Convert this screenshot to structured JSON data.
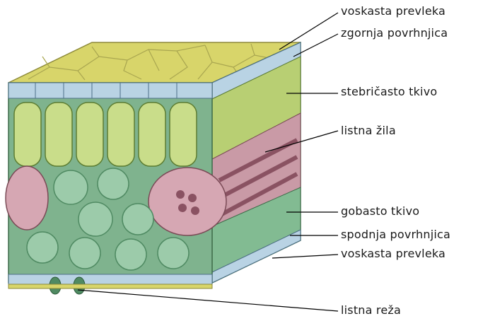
{
  "labels": {
    "waxy_top": "voskasta prevleka",
    "upper_epidermis": "zgornja povrhnjica",
    "palisade": "stebričasto tkivo",
    "vein": "listna žila",
    "spongy": "gobasto tkivo",
    "lower_epidermis": "spodnja povrhnjica",
    "waxy_bottom": "voskasta prevleka",
    "stoma": "listna reža"
  },
  "colors": {
    "cuticle": "#d8d56a",
    "epidermis": "#b9d3e4",
    "palisade": "#c9dd8a",
    "palisade_dark": "#7ea646",
    "spongy": "#8fc6a0",
    "spongy_dark": "#4f8a62",
    "vein": "#d6a7b3",
    "vein_dark": "#8a5262"
  }
}
